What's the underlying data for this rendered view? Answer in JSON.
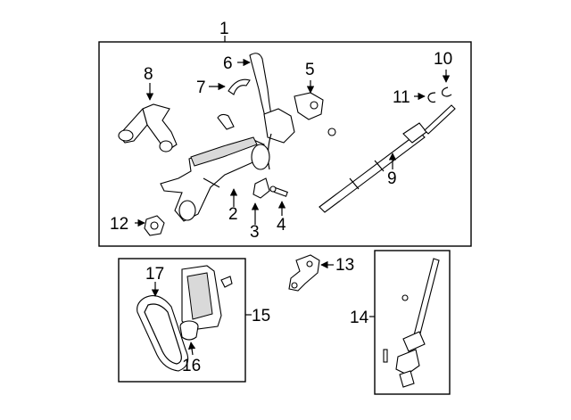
{
  "callouts": {
    "c1": "1",
    "c2": "2",
    "c3": "3",
    "c4": "4",
    "c5": "5",
    "c6": "6",
    "c7": "7",
    "c8": "8",
    "c9": "9",
    "c10": "10",
    "c11": "11",
    "c12": "12",
    "c13": "13",
    "c14": "14",
    "c15": "15",
    "c16": "16",
    "c17": "17"
  },
  "colors": {
    "line": "#000000",
    "fill": "#ffffff",
    "shade": "#d9d9d9"
  }
}
